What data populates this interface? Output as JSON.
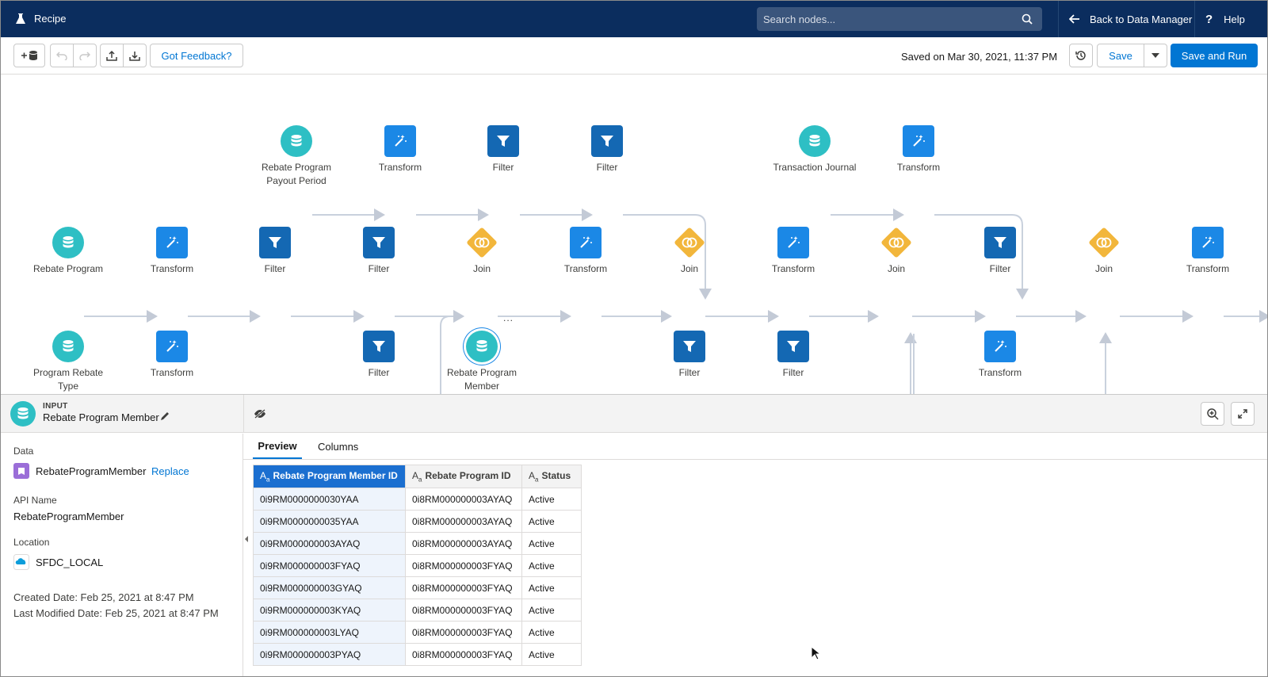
{
  "topbar": {
    "app_title": "Recipe",
    "search_placeholder": "Search nodes...",
    "back_label": "Back to Data Manager",
    "help_label": "Help"
  },
  "toolbar": {
    "feedback_label": "Got Feedback?",
    "saved_text": "Saved on Mar 30, 2021, 11:37 PM",
    "save_label": "Save",
    "save_run_label": "Save and Run"
  },
  "canvas": {
    "nodes": [
      {
        "id": "n1",
        "type": "input",
        "label": "Rebate Program Payout Period"
      },
      {
        "id": "n2",
        "type": "transform",
        "label": "Transform"
      },
      {
        "id": "n3",
        "type": "filter",
        "label": "Filter"
      },
      {
        "id": "n4",
        "type": "filter",
        "label": "Filter"
      },
      {
        "id": "n5",
        "type": "input",
        "label": "Transaction Journal"
      },
      {
        "id": "n6",
        "type": "transform",
        "label": "Transform"
      },
      {
        "id": "n7",
        "type": "input",
        "label": "Rebate Program"
      },
      {
        "id": "n8",
        "type": "transform",
        "label": "Transform"
      },
      {
        "id": "n9",
        "type": "filter",
        "label": "Filter"
      },
      {
        "id": "n10",
        "type": "filter",
        "label": "Filter"
      },
      {
        "id": "n11",
        "type": "join",
        "label": "Join"
      },
      {
        "id": "n12",
        "type": "transform",
        "label": "Transform"
      },
      {
        "id": "n13",
        "type": "join",
        "label": "Join"
      },
      {
        "id": "n14",
        "type": "transform",
        "label": "Transform"
      },
      {
        "id": "n15",
        "type": "join",
        "label": "Join"
      },
      {
        "id": "n16",
        "type": "filter",
        "label": "Filter"
      },
      {
        "id": "n17",
        "type": "join",
        "label": "Join"
      },
      {
        "id": "n18",
        "type": "transform",
        "label": "Transform"
      },
      {
        "id": "n19",
        "type": "input",
        "label": "Program Rebate Type"
      },
      {
        "id": "n20",
        "type": "transform",
        "label": "Transform"
      },
      {
        "id": "n21",
        "type": "filter",
        "label": "Filter"
      },
      {
        "id": "n22",
        "type": "input",
        "label": "Rebate Program Member",
        "selected": true
      },
      {
        "id": "n23",
        "type": "filter",
        "label": "Filter"
      },
      {
        "id": "n24",
        "type": "filter",
        "label": "Filter"
      },
      {
        "id": "n25",
        "type": "transform",
        "label": "Transform"
      }
    ],
    "node_menu": "..."
  },
  "panel": {
    "kicker": "INPUT",
    "title": "Rebate Program Member",
    "data_label": "Data",
    "data_value": "RebateProgramMember",
    "replace_label": "Replace",
    "api_name_label": "API Name",
    "api_name_value": "RebateProgramMember",
    "location_label": "Location",
    "location_value": "SFDC_LOCAL",
    "created": "Created Date: Feb 25, 2021 at 8:47 PM",
    "modified": "Last Modified Date: Feb 25, 2021 at 8:47 PM",
    "tabs": [
      "Preview",
      "Columns"
    ],
    "type_glyph": "A",
    "type_sub": "a",
    "columns": [
      "Rebate Program Member ID",
      "Rebate Program ID",
      "Status"
    ],
    "rows": [
      [
        "0i9RM0000000030YAA",
        "0i8RM000000003AYAQ",
        "Active"
      ],
      [
        "0i9RM0000000035YAA",
        "0i8RM000000003AYAQ",
        "Active"
      ],
      [
        "0i9RM000000003AYAQ",
        "0i8RM000000003AYAQ",
        "Active"
      ],
      [
        "0i9RM000000003FYAQ",
        "0i8RM000000003FYAQ",
        "Active"
      ],
      [
        "0i9RM000000003GYAQ",
        "0i8RM000000003FYAQ",
        "Active"
      ],
      [
        "0i9RM000000003KYAQ",
        "0i8RM000000003FYAQ",
        "Active"
      ],
      [
        "0i9RM000000003LYAQ",
        "0i8RM000000003FYAQ",
        "Active"
      ],
      [
        "0i9RM000000003PYAQ",
        "0i8RM000000003FYAQ",
        "Active"
      ]
    ]
  },
  "colors": {
    "navy": "#0b2d5e",
    "brand_blue": "#0176d3",
    "input_teal": "#2ebfc4",
    "transform_blue": "#1b88e6",
    "filter_blue": "#1468b3",
    "join_amber": "#f2b63b"
  },
  "icons": {
    "app": "flask-icon",
    "search": "search-icon",
    "back": "arrow-left-icon",
    "help": "help-icon",
    "add_data": "add-data-icon",
    "undo": "undo-icon",
    "redo": "redo-icon",
    "upload": "upload-icon",
    "download": "download-icon",
    "history": "history-icon",
    "save_menu": "chevron-down-icon",
    "hide": "eye-hidden-icon",
    "zoom": "zoom-icon",
    "expand": "expand-icon",
    "edit": "pencil-icon",
    "object": "object-icon",
    "cloud": "cloud-icon"
  }
}
